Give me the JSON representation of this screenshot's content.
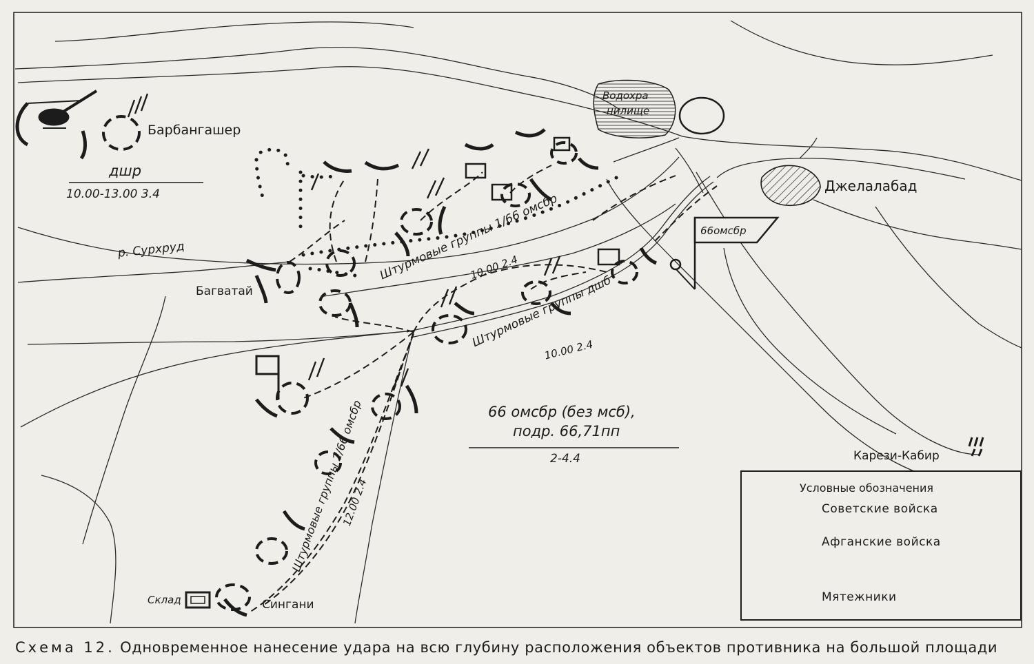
{
  "map": {
    "places": {
      "barbangasher": "Барбангашер",
      "jalalabad": "Джелалабад",
      "bagvatai": "Багватай",
      "singani": "Сингани",
      "karezi_kabir": "Карези-Кабир",
      "reservoir_line1": "Водохра",
      "reservoir_line2": "нилище",
      "river": "р. Сурхруд",
      "warehouse": "Склад"
    },
    "units": {
      "dshr_label": "дшр",
      "dshr_time": "10.00-13.00 3.4",
      "hq_flag": "66омсбр",
      "group1_name": "Штурмовые группы 1/66 омсбр",
      "group1_time": "10.00 2.4",
      "group_dshb_name": "Штурмовые группы дшб",
      "group_dshb_time": "10.00 2.4",
      "group2_name": "Штурмовые группы 2/66 омсбр",
      "group2_time": "12.00 2.4",
      "main_line1": "66 омсбр (без мсб),",
      "main_line2": "подр. 66,71пп",
      "main_date": "2-4.4"
    }
  },
  "legend": {
    "title": "Условные обозначения",
    "soviet": "Советские войска",
    "afghan": "Афганские войска",
    "rebels": "Мятежники"
  },
  "caption": {
    "prefix": "Схема 12.",
    "text": "Одновременное нанесение удара на всю глубину расположения объектов противника на большой площади"
  }
}
